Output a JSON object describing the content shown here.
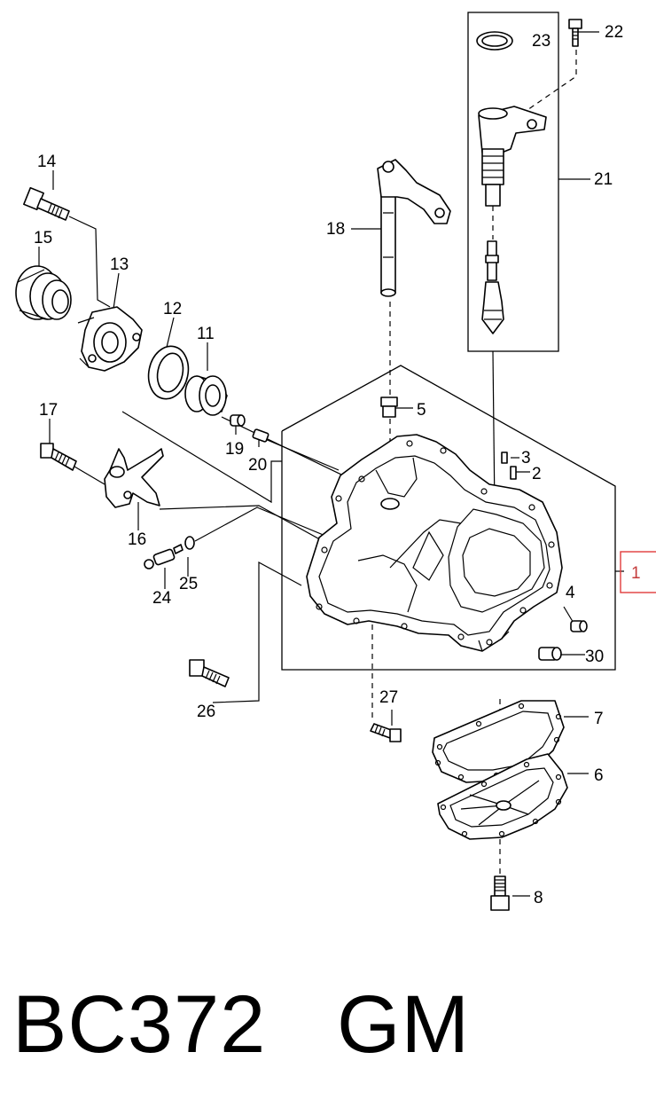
{
  "diagram": {
    "callouts": {
      "c1": "1",
      "c2": "2",
      "c3": "3",
      "c4": "4",
      "c5": "5",
      "c6": "6",
      "c7": "7",
      "c8": "8",
      "c11": "11",
      "c12": "12",
      "c13": "13",
      "c14": "14",
      "c15": "15",
      "c16": "16",
      "c17": "17",
      "c18": "18",
      "c19": "19",
      "c20": "20",
      "c21": "21",
      "c22": "22",
      "c23": "23",
      "c24": "24",
      "c25": "25",
      "c26": "26",
      "c27": "27",
      "c30": "30"
    },
    "highlight_color": "#e23b3b"
  },
  "footer": {
    "code": "BC372",
    "brand": "GM"
  }
}
